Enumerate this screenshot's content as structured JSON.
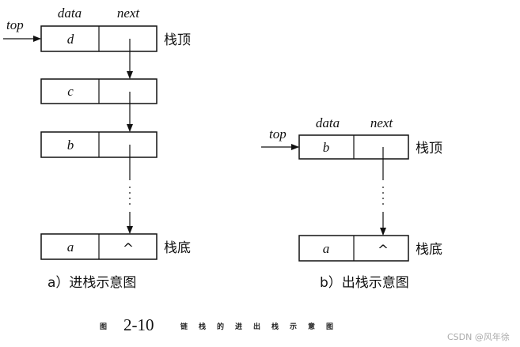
{
  "left": {
    "header_data": "data",
    "header_next": "next",
    "top_label": "top",
    "nodes": [
      "d",
      "c",
      "b",
      "a"
    ],
    "null_symbol": "^",
    "top_text": "栈顶",
    "bottom_text": "栈底",
    "caption": "a）进栈示意图"
  },
  "right": {
    "header_data": "data",
    "header_next": "next",
    "top_label": "top",
    "nodes": [
      "b",
      "a"
    ],
    "null_symbol": "^",
    "top_text": "栈顶",
    "bottom_text": "栈底",
    "caption": "b）出栈示意图"
  },
  "figure": {
    "prefix": "图",
    "number": "2-10",
    "title": "链栈的进出栈示意图"
  },
  "watermark": "CSDN @风年徐"
}
